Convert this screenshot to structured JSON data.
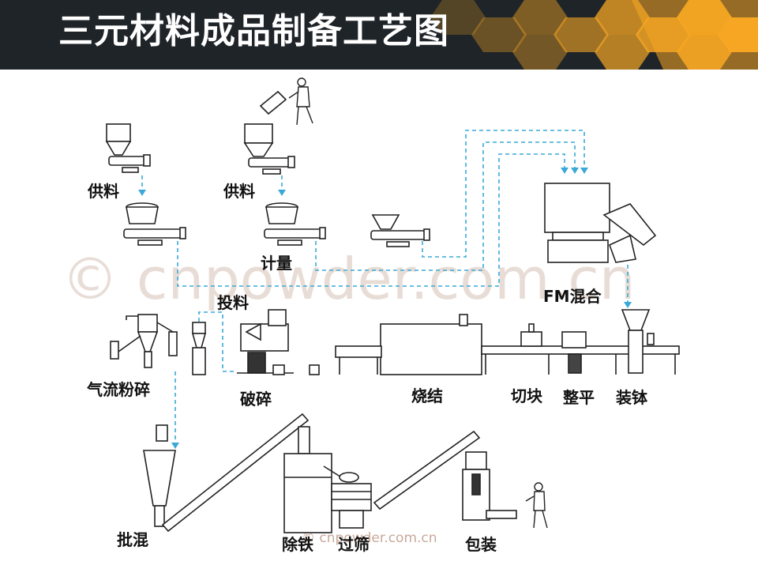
{
  "title": "三元材料成品制备工艺图",
  "watermark": "© cnpowder.com.cn",
  "watermark_small": "© cnpowder.com.cn",
  "colors": {
    "header_bg": "#1f2429",
    "accent_orange": "#f5a623",
    "dashed_line": "#3aa9d8",
    "equipment_stroke": "#222222"
  },
  "labels": {
    "supply1": "供料",
    "supply2": "供料",
    "metering": "计量",
    "feeding": "投料",
    "fm_mixing": "FM混合",
    "jet_mill": "气流粉碎",
    "crushing": "破碎",
    "sintering": "烧结",
    "cutting": "切块",
    "leveling": "整平",
    "loading": "装钵",
    "batch_mixing": "批混",
    "iron_removal": "除铁",
    "sieving": "过筛",
    "packing": "包装"
  }
}
